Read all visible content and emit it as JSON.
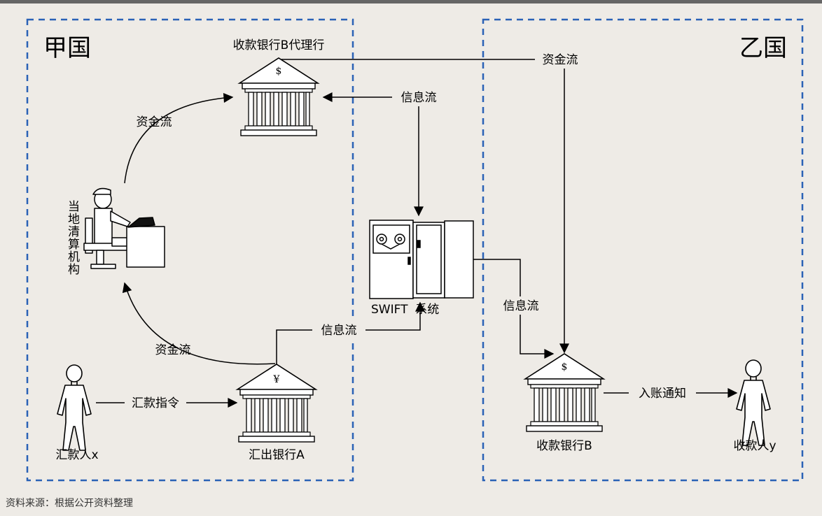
{
  "diagram": {
    "countries": {
      "a": "甲国",
      "b": "乙国"
    },
    "entities": {
      "correspondent_bank": "收款银行B代理行",
      "clearing_house": "当地清算机构",
      "swift_system": "SWIFT  系统",
      "remitter": "汇款人x",
      "remitting_bank": "汇出银行A",
      "beneficiary_bank": "收款银行B",
      "beneficiary": "收款人y"
    },
    "flows": {
      "fund_to_b": "资金流",
      "fund_clearing_to_correspondent": "资金流",
      "fund_a_to_clearing": "资金流",
      "info_swift_to_correspondent": "信息流",
      "info_a_to_swift": "信息流",
      "info_swift_to_b": "信息流",
      "remit_instruction": "汇款指令",
      "credit_notice": "入账通知"
    },
    "bank_symbols": {
      "correspondent": "$",
      "remitting": "¥",
      "beneficiary": "$"
    }
  },
  "source": "资料来源：根据公开资料整理"
}
